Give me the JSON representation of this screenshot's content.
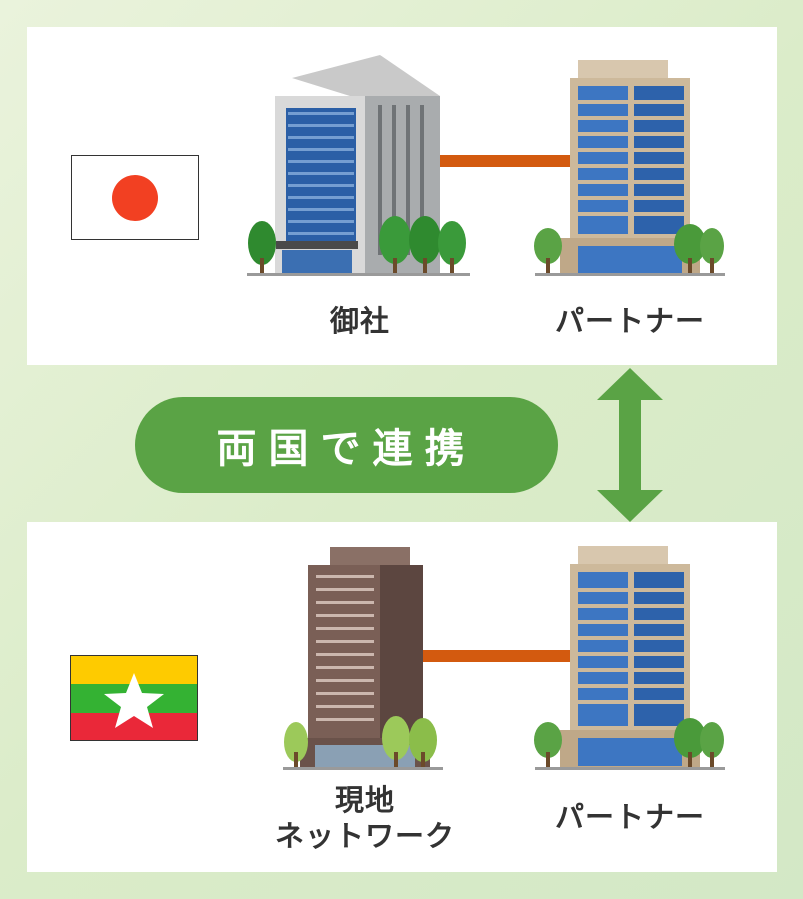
{
  "top_panel": {
    "left_label": "御社",
    "right_label": "パートナー",
    "flag_icon": "japan-flag-icon"
  },
  "center": {
    "pill_label": "両国で連携",
    "arrow_icon": "double-arrow-icon"
  },
  "bottom_panel": {
    "left_label_line1": "現地",
    "left_label_line2": "ネットワーク",
    "right_label": "パートナー",
    "flag_icon": "myanmar-flag-icon"
  },
  "colors": {
    "accent_green": "#5aa345",
    "connector_orange": "#d35a0f",
    "jp_red": "#f24022",
    "mm_yellow": "#fecb00",
    "mm_green": "#34b233",
    "mm_red": "#ea2839"
  }
}
